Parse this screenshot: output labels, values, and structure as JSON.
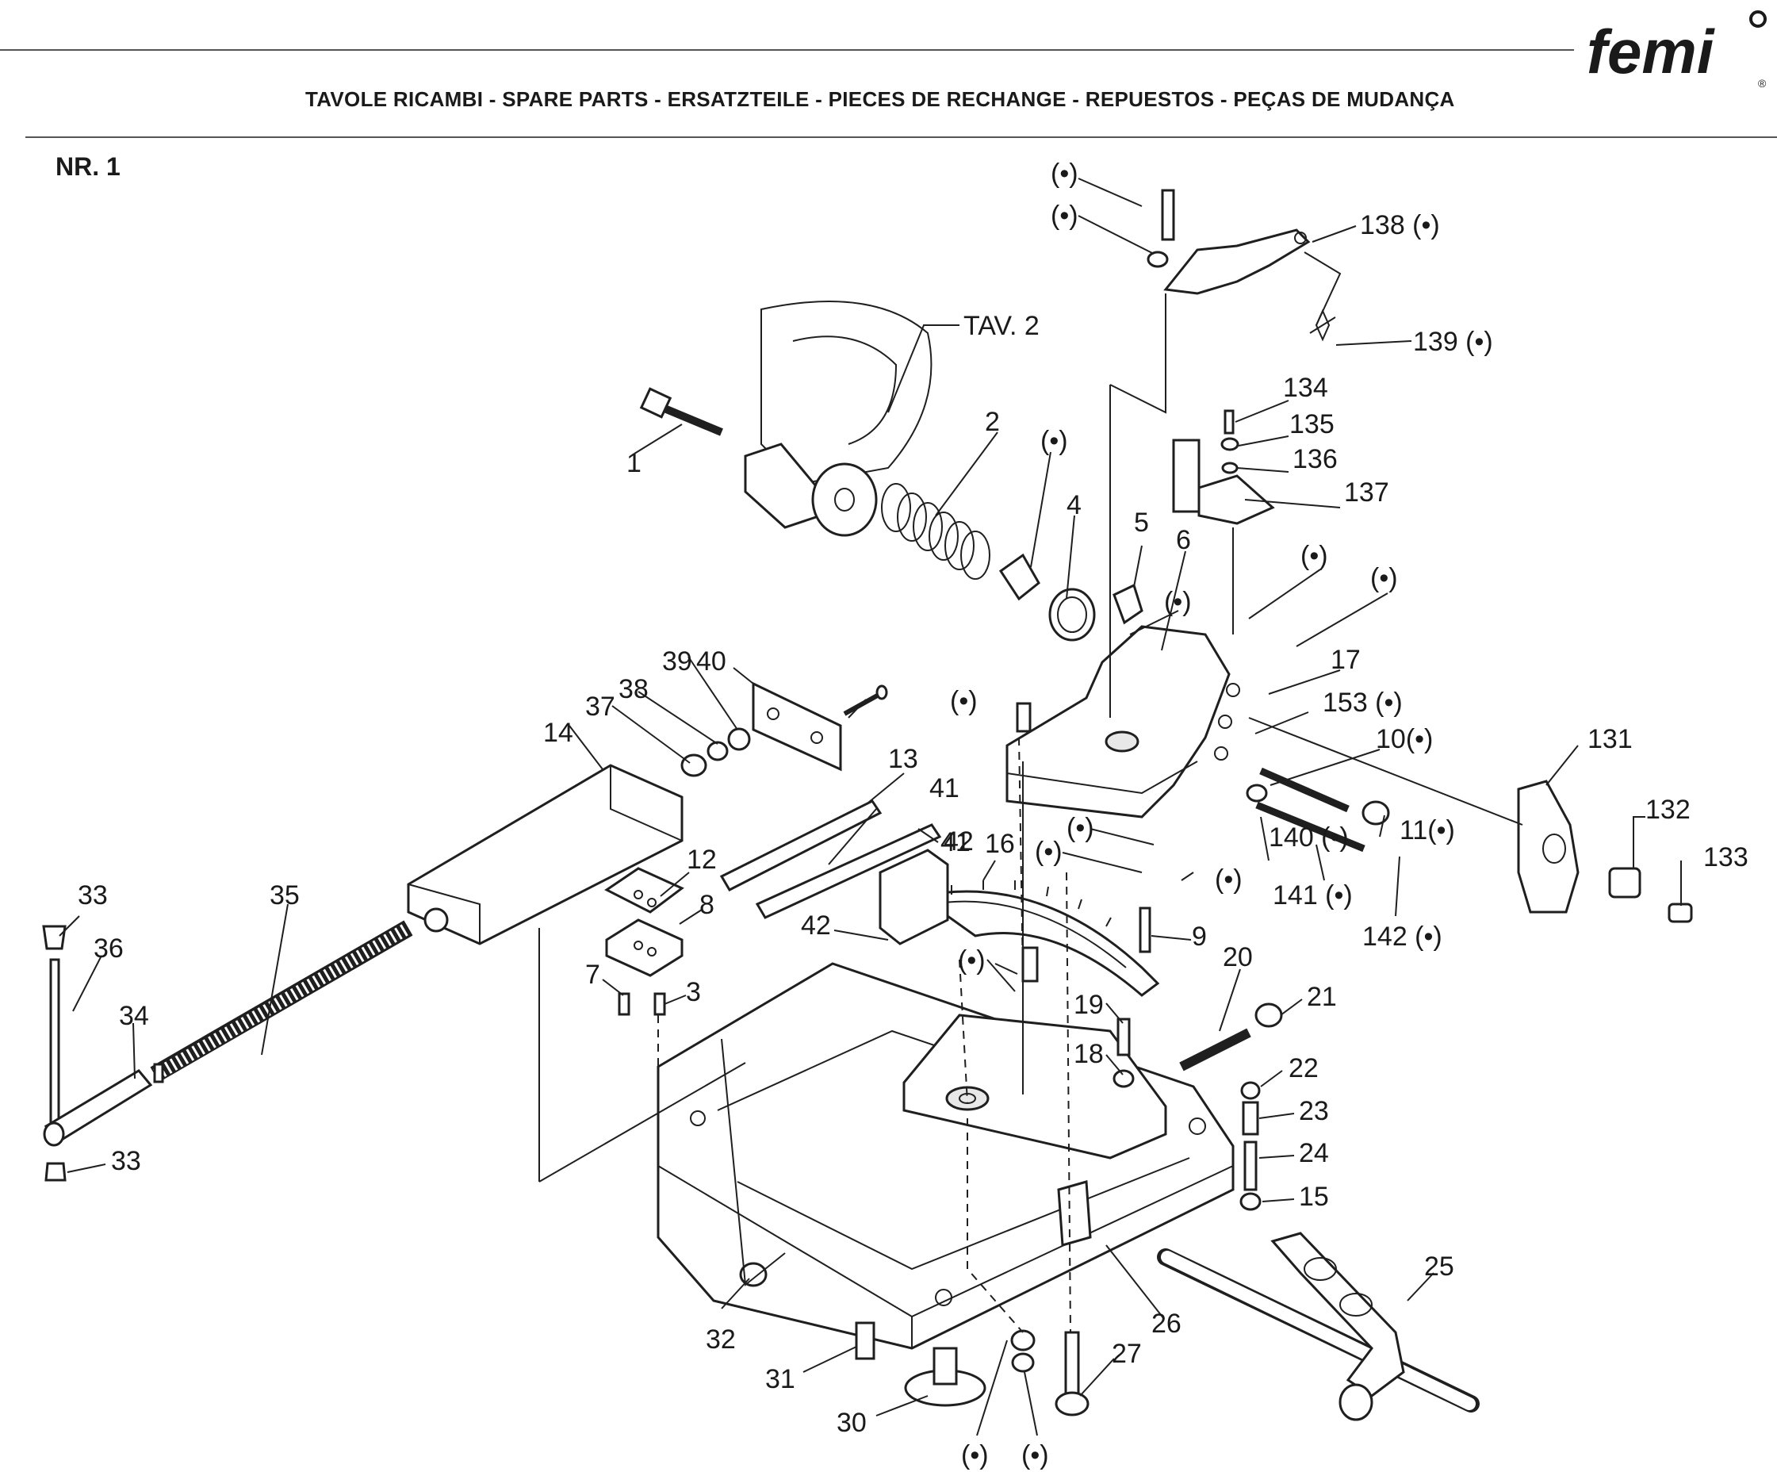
{
  "header": {
    "title": "TAVOLE RICAMBI - SPARE PARTS - ERSATZTEILE - PIECES DE RECHANGE - REPUESTOS - PEÇAS DE MUDANÇA",
    "plate": "NR. 1",
    "logo_text": "femi"
  },
  "diagram": {
    "reference": "TAV. 2",
    "callouts": [
      "(•)",
      "(•)",
      "138 (•)",
      "139 (•)",
      "TAV. 2",
      "1",
      "2",
      "(•)",
      "4",
      "5",
      "6",
      "(•)",
      "134",
      "135",
      "136",
      "137",
      "(•)",
      "(•)",
      "17",
      "153 (•)",
      "10(•)",
      "131",
      "132",
      "133",
      "11(•)",
      "140 (•)",
      "141 (•)",
      "142 (•)",
      "(•)",
      "(•)",
      "(•)",
      "(•)",
      "9",
      "16",
      "42",
      "41",
      "40",
      "39",
      "38",
      "37",
      "14",
      "13",
      "41",
      "42",
      "12",
      "8",
      "7",
      "3",
      "35",
      "33",
      "36",
      "34",
      "33",
      "(•)",
      "19",
      "18",
      "20",
      "21",
      "22",
      "23",
      "24",
      "15",
      "25",
      "26",
      "27",
      "32",
      "31",
      "30",
      "(•)",
      "(•)"
    ]
  }
}
